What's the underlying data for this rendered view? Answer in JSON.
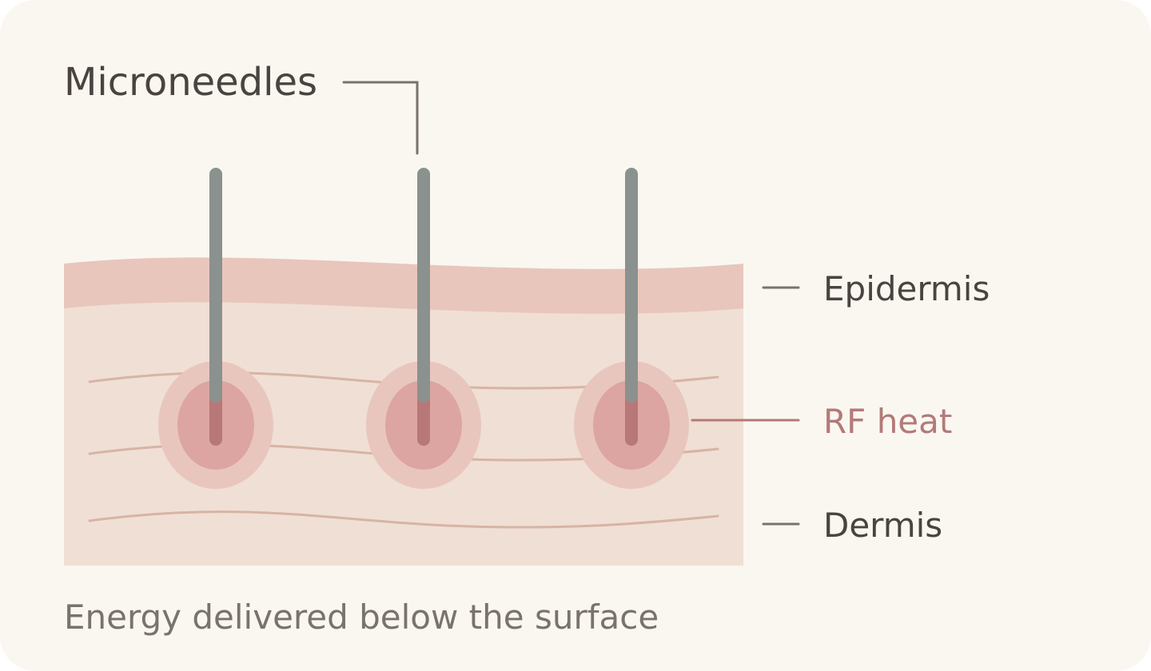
{
  "labels": {
    "microneedles": "Microneedles",
    "epidermis": "Epidermis",
    "rf_heat": "RF heat",
    "dermis": "Dermis"
  },
  "caption": "Energy delivered below the surface",
  "colors": {
    "background": "#FAF7F1",
    "epidermis": "#E8C6BC",
    "dermis": "#F0DFD4",
    "dermis_lines": "#D6B4A6",
    "heat_outer": "#E8C6BE",
    "heat_inner": "#DCA5A2",
    "needle": "#8B918E",
    "needle_tip": "#B87878",
    "leader": "#7A726C",
    "text_primary": "#4A433F",
    "text_accent": "#B37A78",
    "text_caption": "#7A726C"
  }
}
